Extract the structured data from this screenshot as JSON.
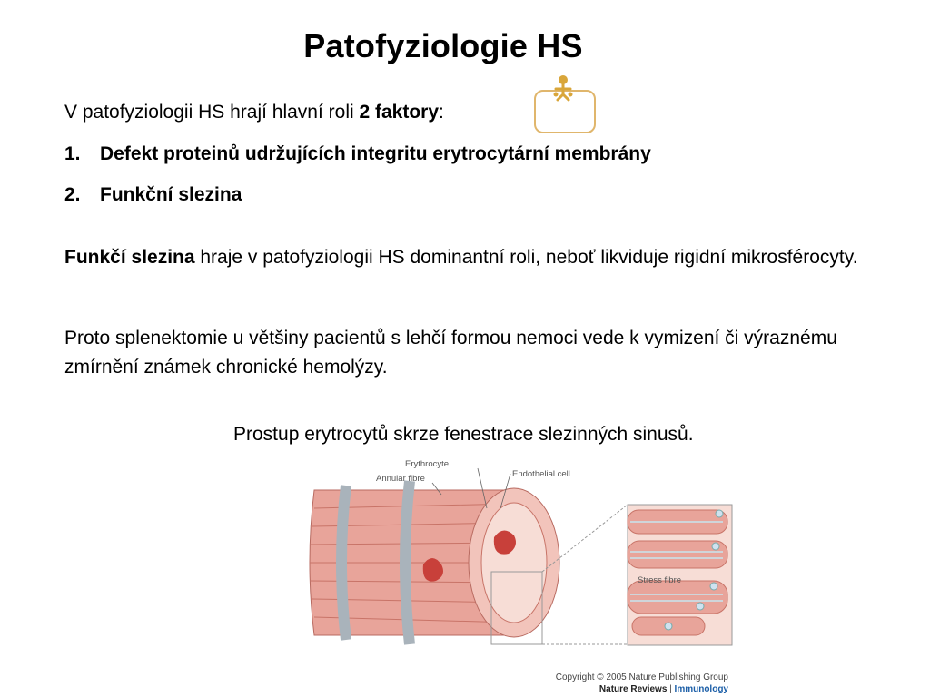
{
  "slide": {
    "title": "Patofyziologie HS",
    "intro_prefix": "V patofyziologii HS hrají hlavní roli ",
    "intro_bold": "2 faktory",
    "intro_suffix": ":",
    "factors": [
      {
        "number": "1.",
        "text": "Defekt proteinů udržujících integritu erytrocytární membrány"
      },
      {
        "number": "2.",
        "text": "Funkční slezina"
      }
    ],
    "para1_bold": "Funkčí slezina",
    "para1_rest": " hraje v patofyziologii HS dominantní roli, neboť likviduje rigidní mikrosférocyty.",
    "para2": "Proto splenektomie u většiny pacientů s lehčí formou nemoci vede k vymizení či výraznému zmírnění známek chronické hemolýzy.",
    "caption": "Prostup erytrocytů skrze fenestrace slezinných sinusů."
  },
  "figure": {
    "labels": {
      "erythrocyte": "Erythrocyte",
      "annular_fibre": "Annular fibre",
      "endothelial_cell": "Endothelial cell",
      "stress_fibre": "Stress fibre"
    },
    "copyright_line": "Copyright © 2005 Nature Publishing Group",
    "journal_name": "Nature Reviews",
    "journal_separator": " | ",
    "journal_section": "Immunology",
    "colors": {
      "cell": "#e8a49a",
      "cell_dark": "#c87468",
      "fibre": "#a9b3bb",
      "erythrocyte": "#c8403a"
    }
  },
  "decorations": {
    "icon": "figure-with-frame-icon"
  }
}
